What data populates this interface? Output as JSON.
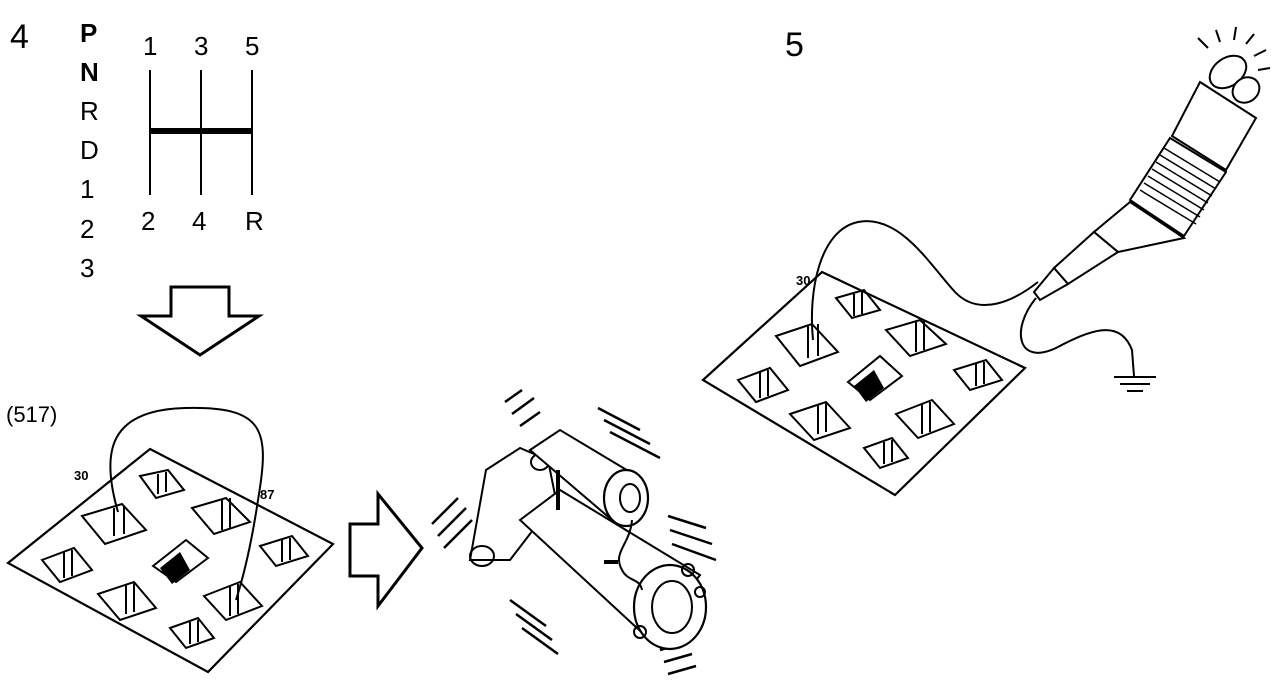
{
  "step4": {
    "number": "4",
    "selector_positions": [
      "P",
      "N",
      "R",
      "D",
      "1",
      "2",
      "3"
    ],
    "shift_top": [
      "1",
      "3",
      "5"
    ],
    "shift_bottom": [
      "2",
      "4",
      "R"
    ],
    "relay_ref": "(517)",
    "terminal_left": "30",
    "terminal_right": "87"
  },
  "step5": {
    "number": "5",
    "terminal": "30"
  },
  "icons": {
    "arrow_down": "hollow-arrow-down-icon",
    "arrow_right": "hollow-arrow-right-icon",
    "relay_socket": "relay-socket-icon",
    "starter_motor": "starter-motor-icon",
    "test_lamp": "test-lamp-icon",
    "ground": "ground-symbol-icon"
  }
}
